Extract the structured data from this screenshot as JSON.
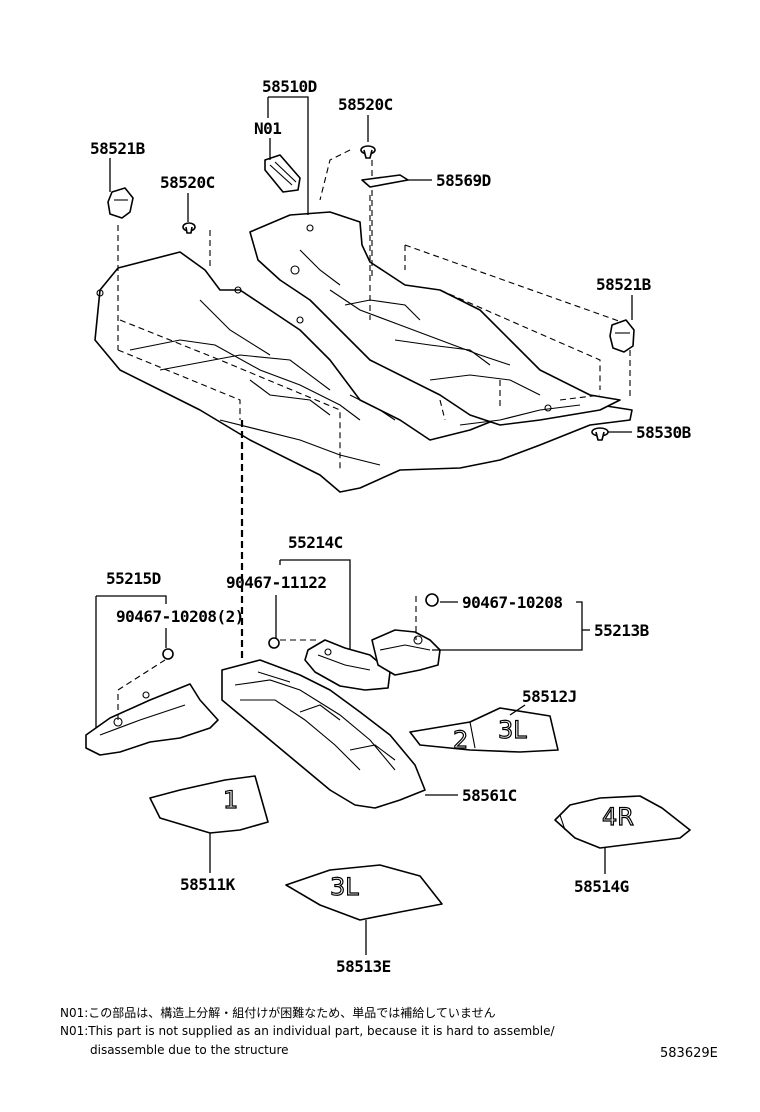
{
  "labels": {
    "p58510D": "58510D",
    "pN01": "N01",
    "p58520C_top": "58520C",
    "p58521B_left": "58521B",
    "p58520C_left": "58520C",
    "p58569D": "58569D",
    "p58521B_right": "58521B",
    "p58530B": "58530B",
    "p55214C": "55214C",
    "p90467_11122": "90467-11122",
    "p55215D": "55215D",
    "p90467_10208_2": "90467-10208(2)",
    "p90467_10208": "90467-10208",
    "p55213B": "55213B",
    "p58512J": "58512J",
    "p58561C": "58561C",
    "p58511K": "58511K",
    "p58514G": "58514G",
    "p58513E": "58513E"
  },
  "mat_markings": {
    "m1": "1",
    "m2": "2",
    "m3": "3L",
    "m4": "4R"
  },
  "notes": {
    "jp": "N01:この部品は、構造上分解・組付けが困難なため、単品では補給していません",
    "en1": "N01:This part is not supplied as an individual part, because it is hard to assemble/",
    "en2": "disassemble due to the structure"
  },
  "diagram_id": "583629E"
}
